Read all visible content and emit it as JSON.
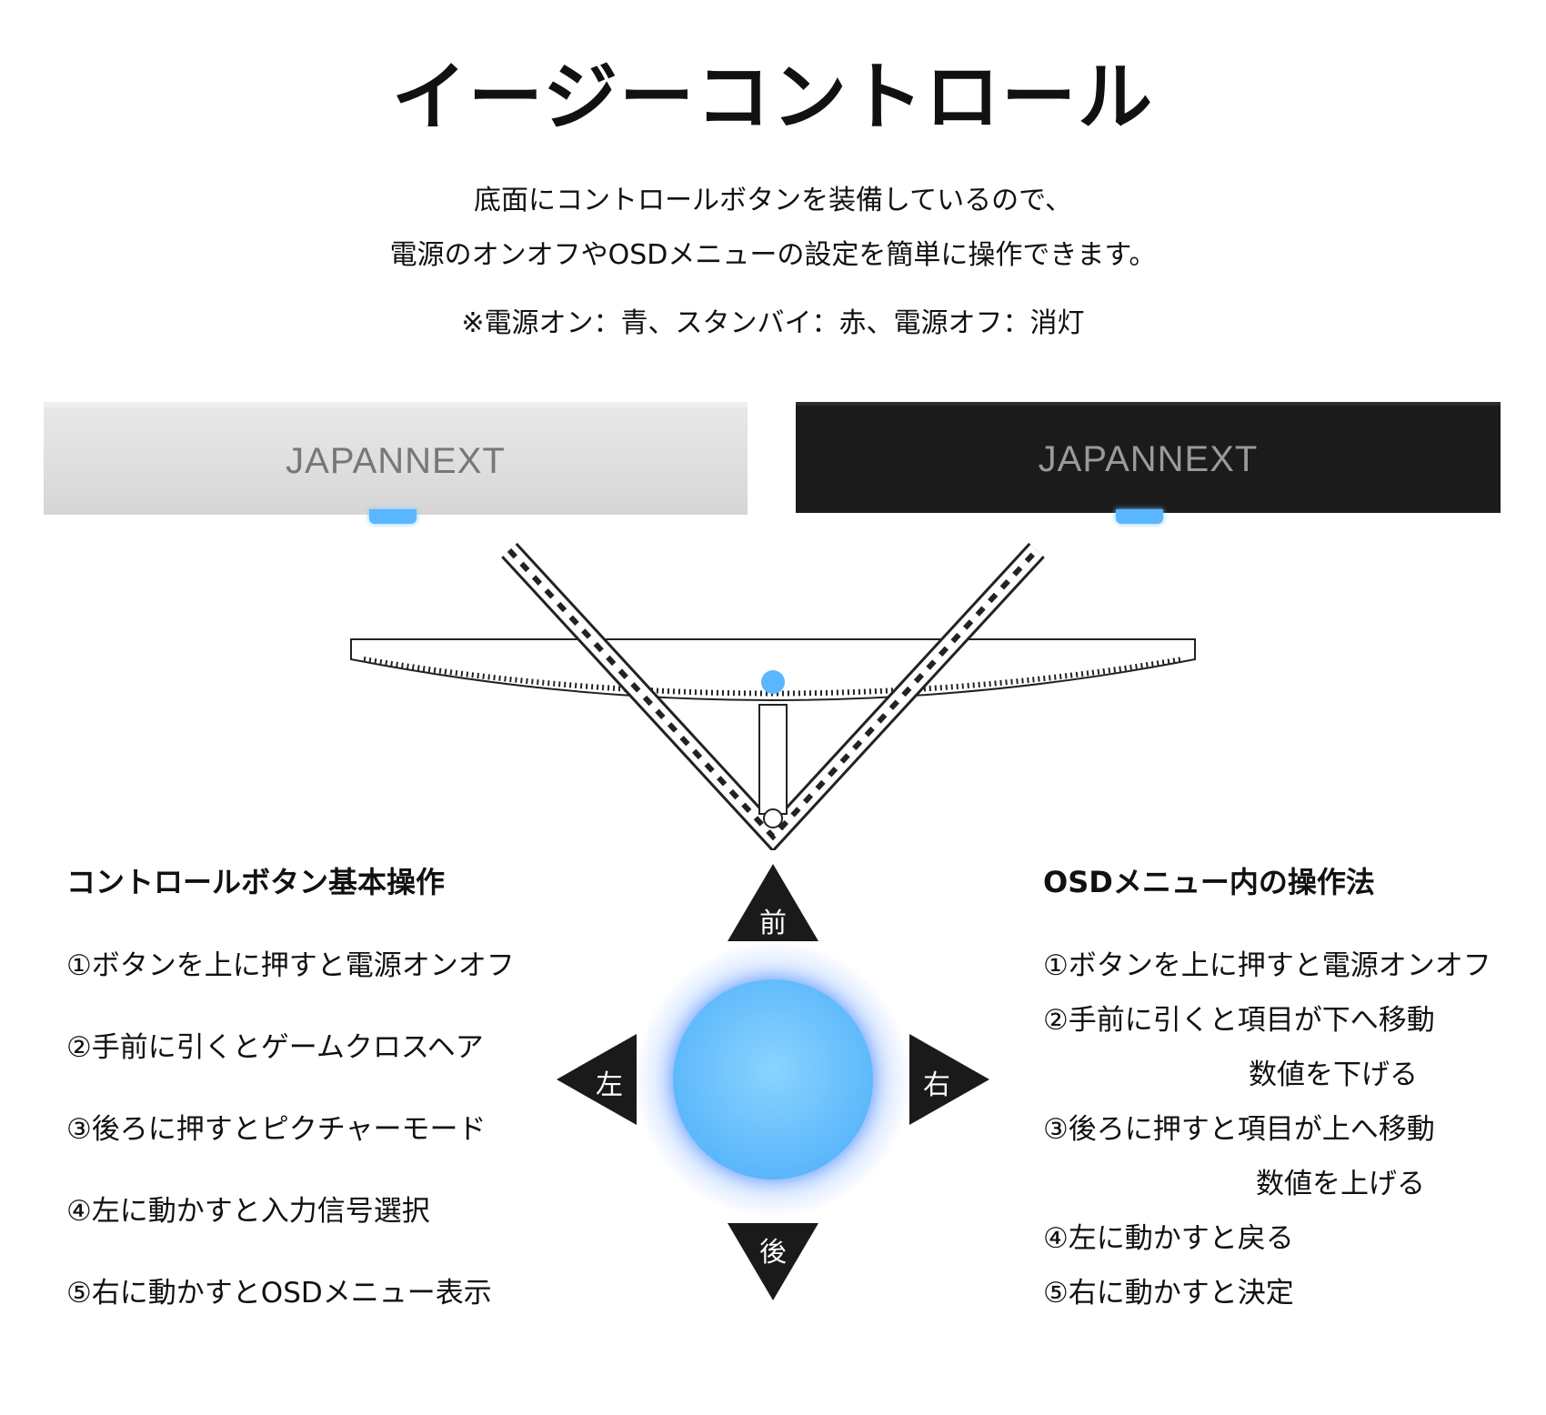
{
  "title": "イージーコントロール",
  "description": {
    "line1": "底面にコントロールボタンを装備しているので、",
    "line2": "電源のオンオフやOSDメニューの設定を簡単に操作できます。",
    "note": "※電源オン：青、スタンバイ：赤、電源オフ：消灯"
  },
  "brand": {
    "white_logo": "JAPANNEXT",
    "black_logo": "JAPANNEXT"
  },
  "colors": {
    "led": "#5ab7ff",
    "arrow": "#1a1a1a"
  },
  "directions": {
    "front": "前",
    "back": "後",
    "left": "左",
    "right": "右"
  },
  "basic": {
    "heading": "コントロールボタン基本操作",
    "items": [
      "①ボタンを上に押すと電源オンオフ",
      "②手前に引くとゲームクロスヘア",
      "③後ろに押すとピクチャーモード",
      "④左に動かすと入力信号選択",
      "⑤右に動かすとOSDメニュー表示"
    ]
  },
  "osd": {
    "heading": "OSDメニュー内の操作法",
    "items": [
      "①ボタンを上に押すと電源オンオフ",
      "②手前に引くと項目が下へ移動",
      "数値を下げる",
      "③後ろに押すと項目が上へ移動",
      "数値を上げる",
      "④左に動かすと戻る",
      "⑤右に動かすと決定"
    ]
  }
}
